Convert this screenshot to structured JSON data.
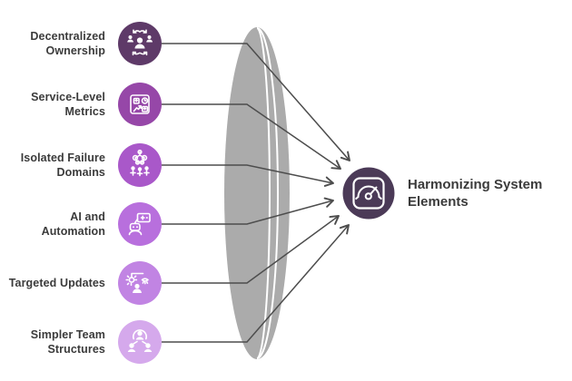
{
  "diagram": {
    "background": "#ffffff",
    "lens_color": "#ababab",
    "connector_color": "#4d4d4d",
    "label_color": "#3b3b3b"
  },
  "sources": [
    {
      "label": "Decentralized Ownership",
      "line1": "Decentralized",
      "line2": "Ownership",
      "icon": "people-network-arrows-icon",
      "color": "#5e3a68"
    },
    {
      "label": "Service-Level Metrics",
      "line1": "Service-Level",
      "line2": "Metrics",
      "icon": "metrics-dashboard-icon",
      "color": "#9647a8"
    },
    {
      "label": "Isolated Failure Domains",
      "line1": "Isolated Failure",
      "line2": "Domains",
      "icon": "node-cluster-team-icon",
      "color": "#a958c9"
    },
    {
      "label": "AI and Automation",
      "line1": "AI and",
      "line2": "Automation",
      "icon": "robot-console-icon",
      "color": "#b86fdd"
    },
    {
      "label": "Targeted Updates",
      "line1": "Targeted Updates",
      "line2": "",
      "icon": "person-spotlight-icon",
      "color": "#c184e3"
    },
    {
      "label": "Simpler Team Structures",
      "line1": "Simpler Team",
      "line2": "Structures",
      "icon": "team-triangle-icon",
      "color": "#d5a9ec"
    }
  ],
  "target": {
    "label": "Harmonizing System Elements",
    "line1": "Harmonizing System",
    "line2": "Elements",
    "icon": "gauge-icon",
    "color": "#4b3a57"
  }
}
